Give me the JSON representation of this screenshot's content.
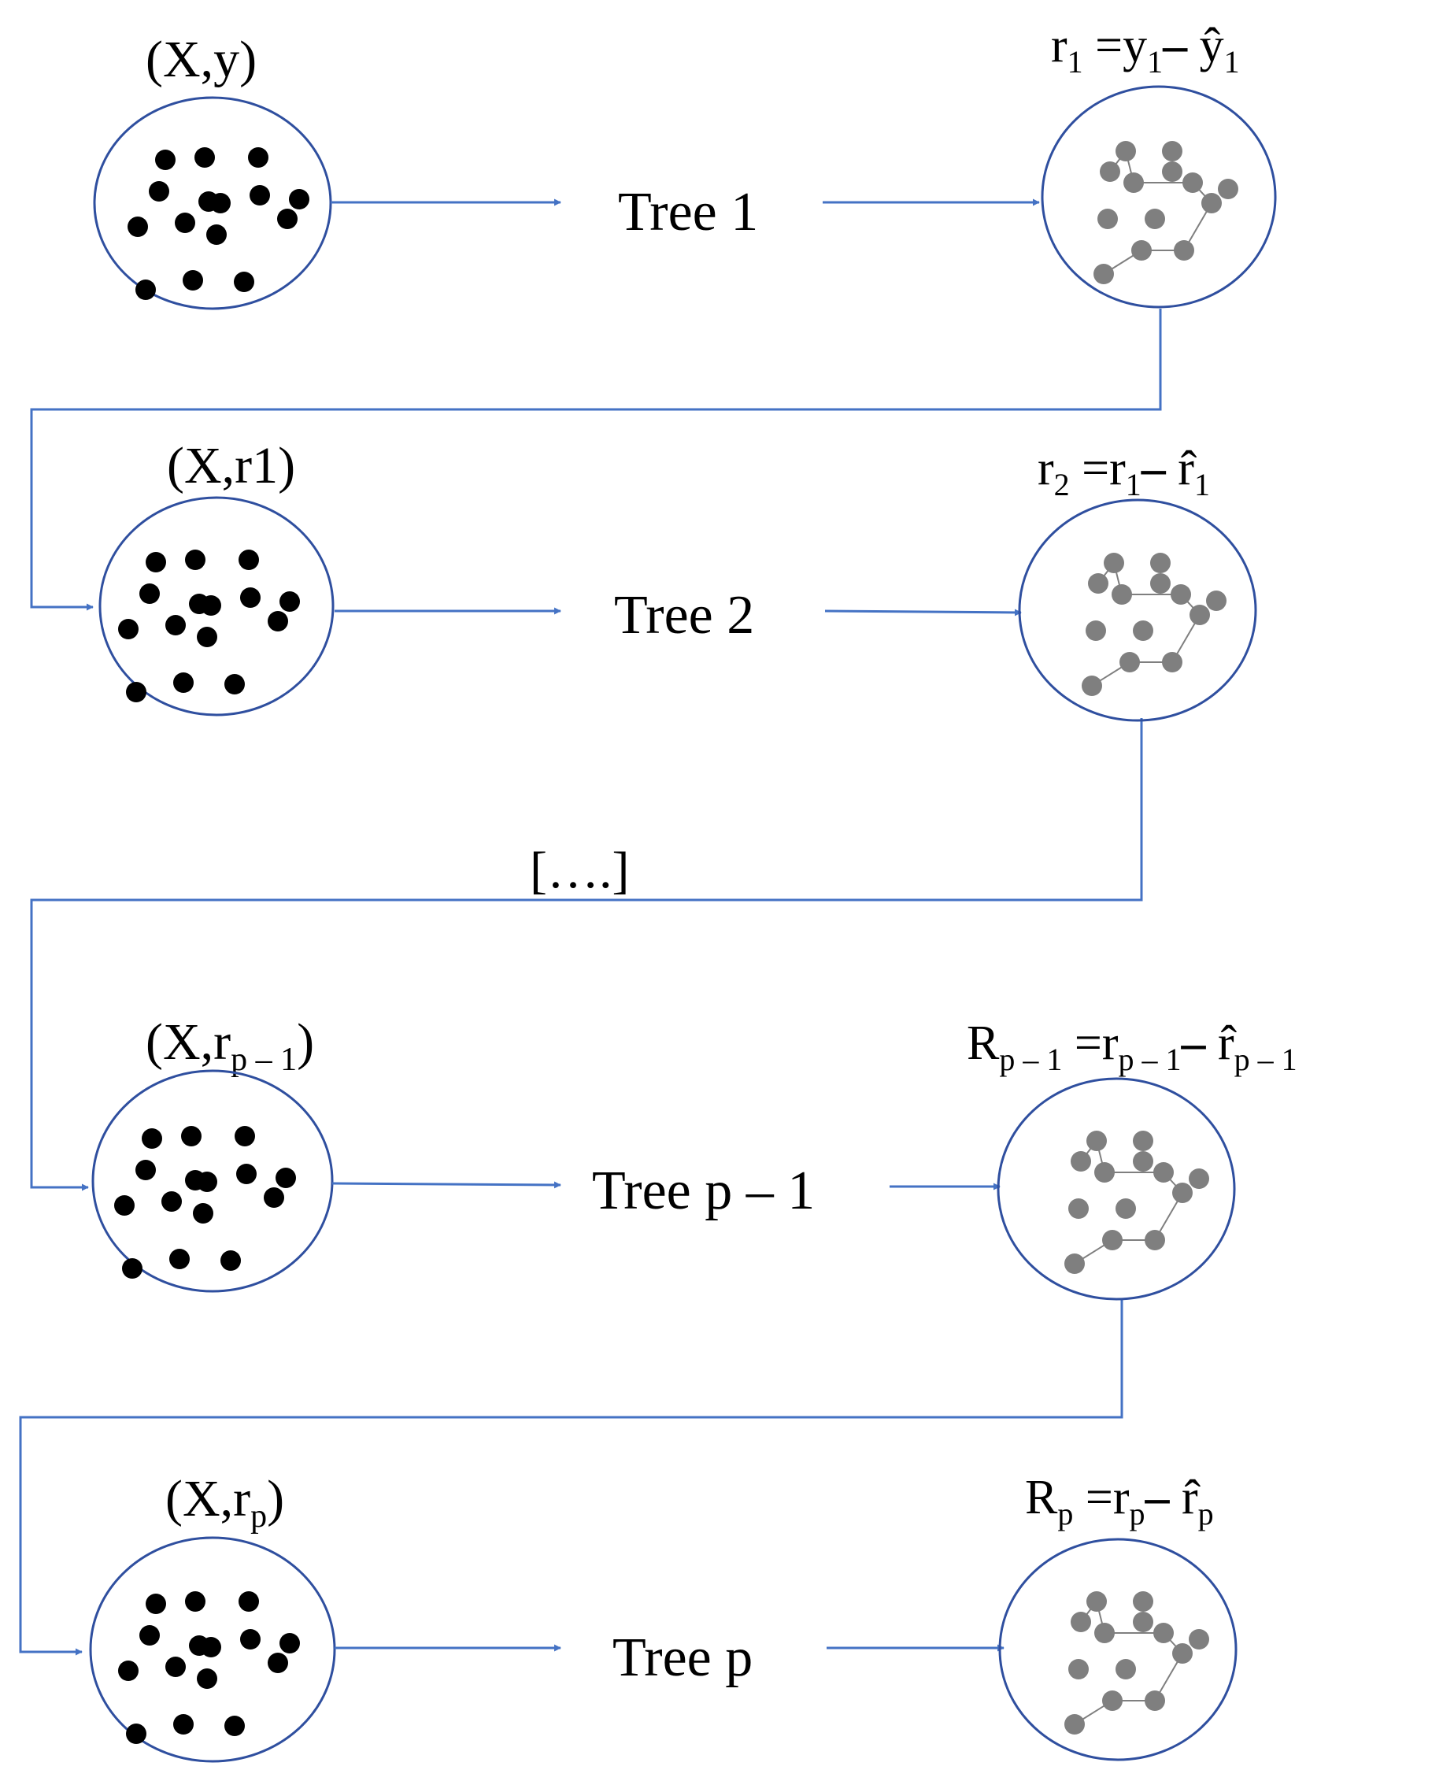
{
  "colors": {
    "connector": "#4472C4",
    "ellipse_stroke": "#2F4F9F",
    "input_points": "#000000",
    "residual_points": "#7F7F7F",
    "text": "#000000"
  },
  "ellipsis": "[….]",
  "stages": [
    {
      "input": {
        "base": "(X,y)",
        "sub": "",
        "close": ""
      },
      "tree": "Tree 1",
      "residual": {
        "lhs": "r",
        "lhs_sub": "1",
        "eq": " =y",
        "a_sub": "1",
        "minus": "– ",
        "b": "ŷ",
        "b_sub": "1"
      }
    },
    {
      "input": {
        "base": "(X,r1)",
        "sub": "",
        "close": ""
      },
      "tree": "Tree 2",
      "residual": {
        "lhs": "r",
        "lhs_sub": "2",
        "eq": " =r",
        "a_sub": "1",
        "minus": "– ",
        "b": "r̂",
        "b_sub": "1"
      }
    },
    {
      "input": {
        "base": "(X,r",
        "sub": "p – 1",
        "close": ")"
      },
      "tree": "Tree p – 1",
      "residual": {
        "lhs": "R",
        "lhs_sub": "p – 1",
        "eq": " =r",
        "a_sub": "p – 1",
        "minus": "– ",
        "b": "r̂",
        "b_sub": "p – 1"
      }
    },
    {
      "input": {
        "base": "(X,r",
        "sub": "p",
        "close": ")"
      },
      "tree": "Tree p",
      "residual": {
        "lhs": "R",
        "lhs_sub": "p",
        "eq": " =r",
        "a_sub": "p",
        "minus": "– ",
        "b": "r̂",
        "b_sub": "p"
      }
    }
  ]
}
